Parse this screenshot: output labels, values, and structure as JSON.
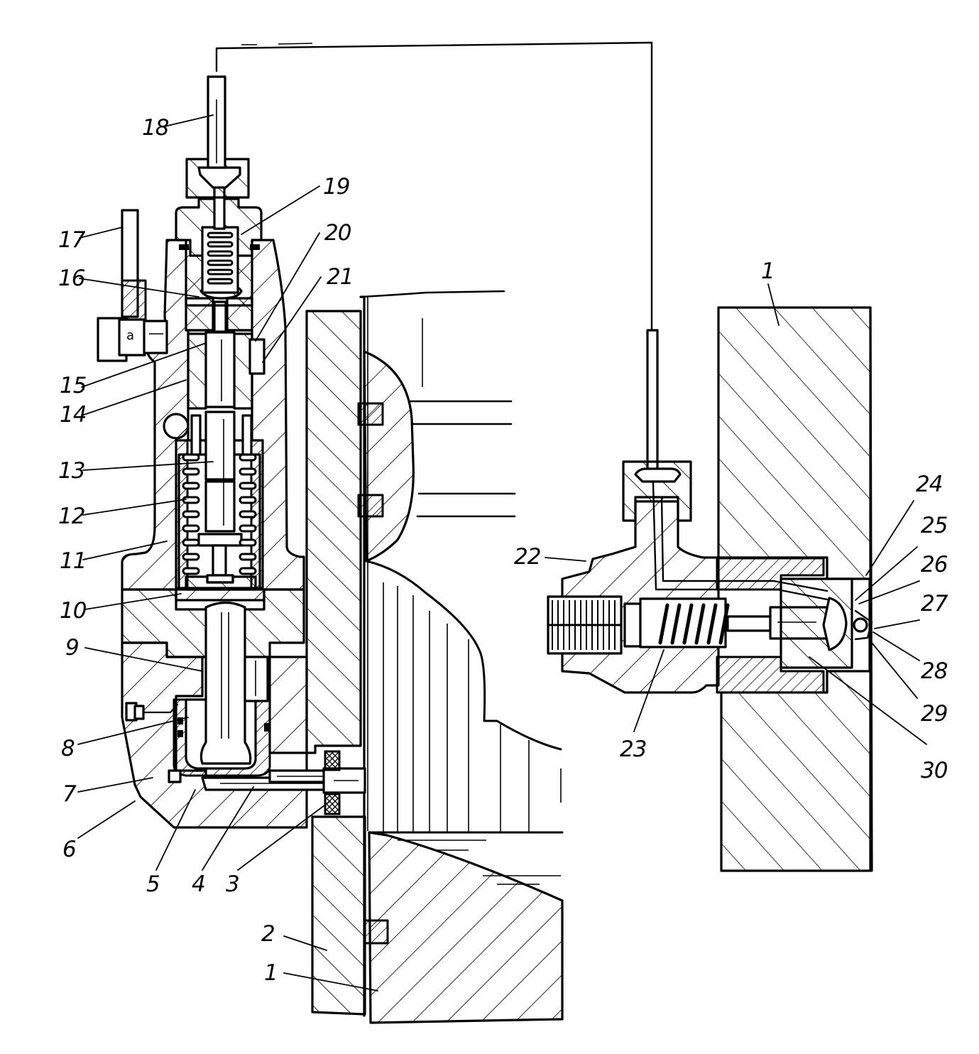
{
  "figure": {
    "title": "Cylinder lubricator with injection valve (sectional view)",
    "left_assembly": "lubricator pump unit mounted on cylinder",
    "right_assembly": "injection valve (non-return valve) in cylinder wall"
  },
  "marks": {
    "fitting_letter": "a"
  },
  "callouts": [
    {
      "id": "c1a",
      "label": "1"
    },
    {
      "id": "c2",
      "label": "2"
    },
    {
      "id": "c3",
      "label": "3"
    },
    {
      "id": "c4",
      "label": "4"
    },
    {
      "id": "c5",
      "label": "5"
    },
    {
      "id": "c6",
      "label": "6"
    },
    {
      "id": "c7",
      "label": "7"
    },
    {
      "id": "c8",
      "label": "8"
    },
    {
      "id": "c9",
      "label": "9"
    },
    {
      "id": "c10",
      "label": "10"
    },
    {
      "id": "c11",
      "label": "11"
    },
    {
      "id": "c12",
      "label": "12"
    },
    {
      "id": "c13",
      "label": "13"
    },
    {
      "id": "c14",
      "label": "14"
    },
    {
      "id": "c15",
      "label": "15"
    },
    {
      "id": "c16",
      "label": "16"
    },
    {
      "id": "c17",
      "label": "17"
    },
    {
      "id": "c18",
      "label": "18"
    },
    {
      "id": "c19",
      "label": "19"
    },
    {
      "id": "c20",
      "label": "20"
    },
    {
      "id": "c21",
      "label": "21"
    },
    {
      "id": "c22",
      "label": "22"
    },
    {
      "id": "c23",
      "label": "23"
    },
    {
      "id": "c24",
      "label": "24"
    },
    {
      "id": "c25",
      "label": "25"
    },
    {
      "id": "c26",
      "label": "26"
    },
    {
      "id": "c27",
      "label": "27"
    },
    {
      "id": "c28",
      "label": "28"
    },
    {
      "id": "c29",
      "label": "29"
    },
    {
      "id": "c30",
      "label": "30"
    },
    {
      "id": "c1b",
      "label": "1"
    }
  ]
}
